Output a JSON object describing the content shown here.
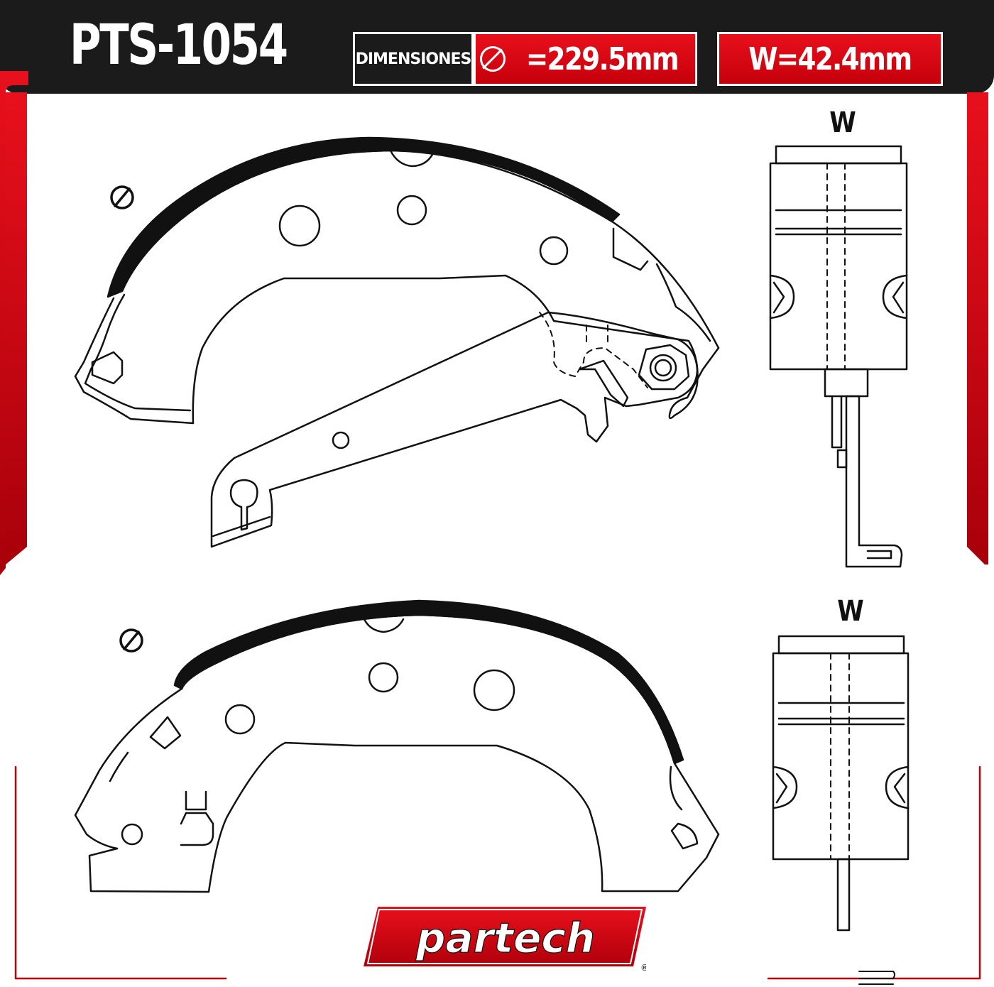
{
  "header": {
    "part_number": "PTS-1054",
    "dimensions_label": "DIMENSIONES",
    "diameter_value": "=229.5mm",
    "width_value": "W=42.4mm"
  },
  "colors": {
    "accent_red": "#d4000f",
    "header_dark": "#1b1b1b",
    "line": "#111111"
  },
  "drawings": {
    "top_view_label": "W",
    "bottom_view_label": "W"
  },
  "brand": {
    "logo_text": "partech",
    "registered_mark": "®"
  }
}
